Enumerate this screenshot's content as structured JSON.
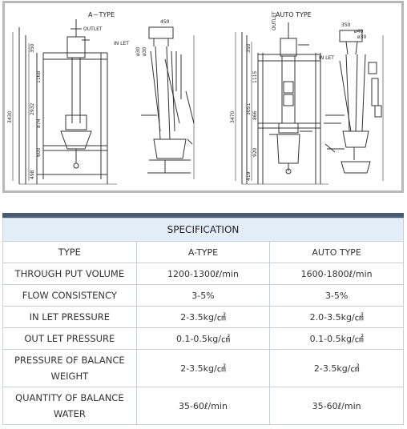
{
  "figure": {
    "left_title": "A－TYPE",
    "right_title": "AUTO TYPE",
    "left_labels": {
      "outlet": "OUTLET",
      "inlet": "IN LET",
      "dim_total": "3430",
      "dim_a": "2932",
      "dim_b": "1168",
      "dim_c": "874",
      "dim_d": "600",
      "dim_e": "498",
      "dim_top": "350",
      "dim_w": "450",
      "dim_p1": "ø30",
      "dim_p2": "ø30"
    },
    "right_labels": {
      "outlet": "OUTLET",
      "inlet": "IN LET",
      "dim_total": "3470",
      "dim_a": "3051",
      "dim_b": "1115",
      "dim_c": "866",
      "dim_d": "920",
      "dim_e": "419",
      "dim_top": "350",
      "dim_w": "350",
      "dim_p1": "ø40",
      "dim_p2": "ø30"
    }
  },
  "spec": {
    "title": "SPECIFICATION",
    "rows": [
      {
        "label": "TYPE",
        "a": "A-TYPE",
        "auto": "AUTO TYPE"
      },
      {
        "label": "THROUGH PUT VOLUME",
        "a": "1200-1300ℓ/min",
        "auto": "1600-1800ℓ/min"
      },
      {
        "label": "FLOW CONSISTENCY",
        "a": "3-5%",
        "auto": "3-5%"
      },
      {
        "label": "IN LET PRESSURE",
        "a": "2-3.5kg/㎠",
        "auto": "2.0-3.5kg/㎠"
      },
      {
        "label": "OUT LET PRESSURE",
        "a": "0.1-0.5kg/㎠",
        "auto": "0.1-0.5kg/㎠"
      },
      {
        "label": "PRESSURE OF BALANCE WEIGHT",
        "a": "2-3.5kg/㎠",
        "auto": "2-3.5kg/㎠"
      },
      {
        "label": "QUANTITY OF BALANCE WATER",
        "a": "35-60ℓ/min",
        "auto": "35-60ℓ/min"
      }
    ]
  }
}
